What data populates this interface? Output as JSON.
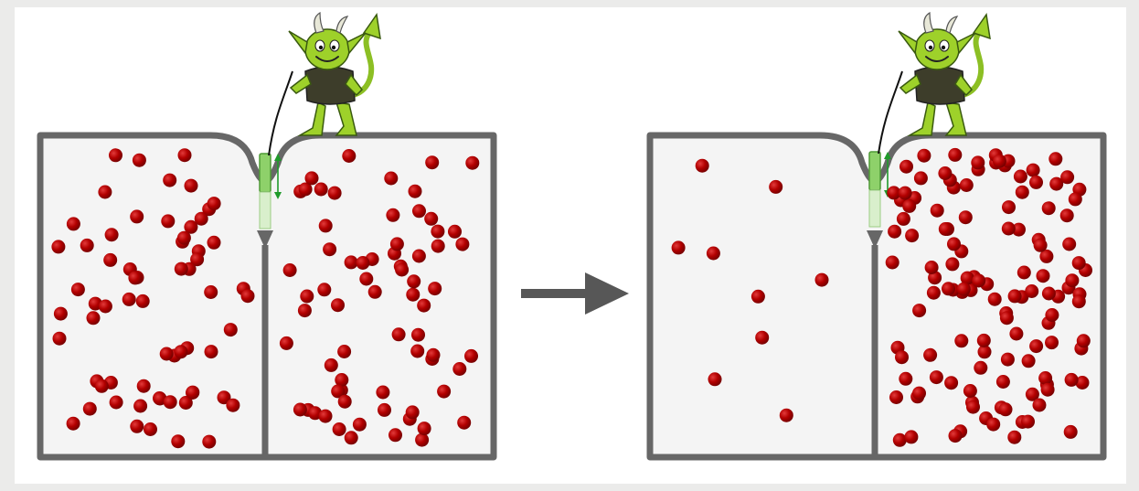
{
  "diagram": {
    "panels": [
      {
        "id": "before",
        "left_particles": 64,
        "right_particles": 68,
        "gate_open": false
      },
      {
        "id": "after",
        "left_particles": 9,
        "right_particles": 123,
        "gate_open": true
      }
    ],
    "transition": "arrow-right",
    "figures": [
      "demon-icon",
      "demon-icon"
    ]
  },
  "colors": {
    "background": "#ebebea",
    "canvas": "#ffffff",
    "chamber_fill": "#f4f4f4",
    "wall": "#676767",
    "particle": "#b30000",
    "particle_highlight": "#e23b3b",
    "gate": "#8ed16a",
    "gate_arrow": "#1f9a2a",
    "arrow": "#575757",
    "demon_body": "#9ed12a",
    "demon_shirt": "#3d3d2a"
  }
}
